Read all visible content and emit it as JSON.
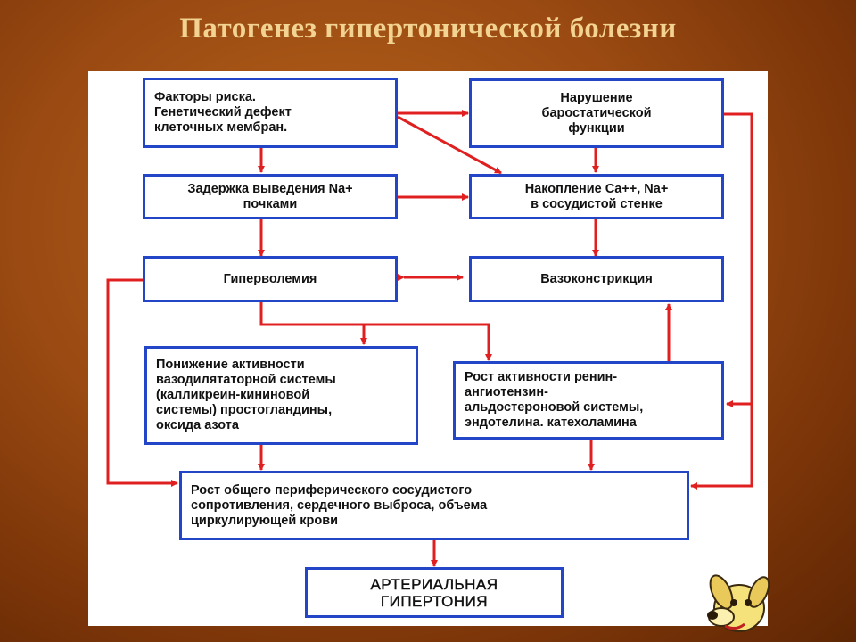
{
  "title": "Патогенез гипертонической болезни",
  "boxes": {
    "risk_factors": "Факторы риска.\nГенетический дефект\nклеточных мембран.",
    "baro": "Нарушение\nбаростатической\nфункции",
    "na_retention": "Задержка выведения Na+\nпочками",
    "ca_accumulation": "Накопление Ca++, Na+\nв сосудистой стенке",
    "hypervolemia": "Гиперволемия",
    "vasoconstriction": "Вазоконстрикция",
    "vasodilator": "Понижение активности\nвазодилятаторной системы\n(калликреин-кининовой\nсистемы) простогландины,\nоксида азота",
    "raas": "Рост активности ренин-\nангиотензин-\nальдостероновой системы,\nэндотелина. катехоламина",
    "resistance": "Рост общего периферического сосудистого\nсопротивления, сердечного выброса, объема\nциркулирующей крови",
    "hypertension": "АРТЕРИАЛЬНАЯ\nГИПЕРТОНИЯ"
  },
  "colors": {
    "box_border": "#2346c8",
    "arrow": "#e02020",
    "title": "#f2d391"
  }
}
